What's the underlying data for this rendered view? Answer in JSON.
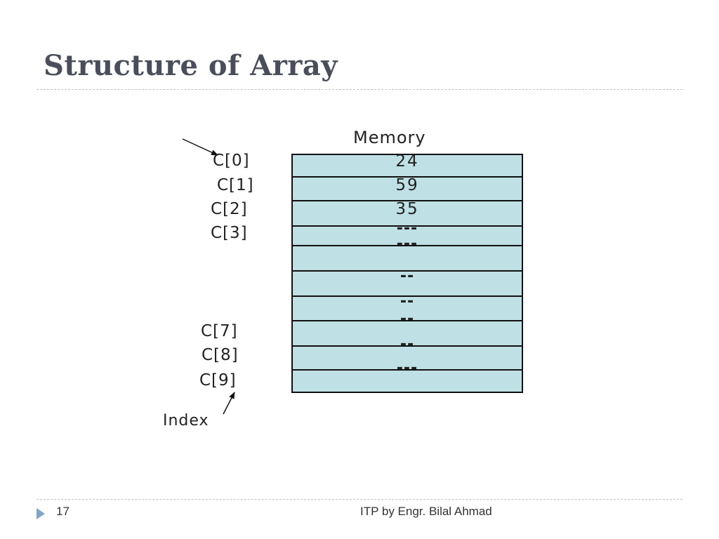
{
  "slide": {
    "title": "Structure of Array",
    "page_number": "17",
    "footer": "ITP by Engr. Bilal Ahmad"
  },
  "diagram": {
    "memory_label": "Memory",
    "index_label": "Index",
    "cells": [
      "24",
      "59",
      "35",
      "---",
      "---",
      "--",
      "--",
      "--",
      "--",
      "---"
    ],
    "indices": [
      "C[0]",
      "C[1]",
      "C[2]",
      "C[3]",
      "C[7]",
      "C[8]",
      "C[9]"
    ]
  },
  "colors": {
    "title": "#4a4e5b",
    "cell_fill": "#bfe0e4",
    "footer_marker": "#7fa6c7"
  }
}
